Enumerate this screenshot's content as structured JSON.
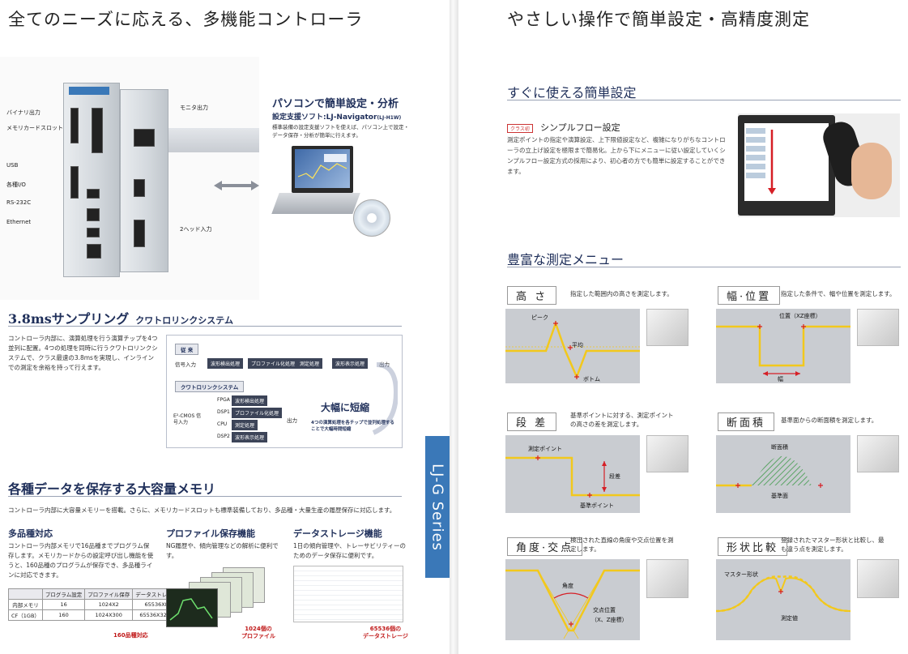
{
  "left": {
    "title": "全てのニーズに応える、多機能コントローラ",
    "device_labels": {
      "binary_out": "バイナリ出力",
      "memory_slot": "メモリカードスロット",
      "usb": "USB",
      "io": "各種I/O",
      "rs232c": "RS-232C",
      "ethernet": "Ethernet",
      "monitor_out": "モニタ出力",
      "head_input": "2ヘッド入力"
    },
    "pc": {
      "heading": "パソコンで簡単設定・分析",
      "software_prefix": "設定支援ソフト:",
      "software_name": "LJ-Navigator",
      "software_model": "(LJ-H1W)",
      "desc": "標準装備の設定支援ソフトを使えば、パソコン上で設定・データ保存・分析が簡単に行えます。"
    },
    "sampling": {
      "heading": "3.8msサンプリング",
      "sub": "クワトロリンクシステム",
      "desc": "コントローラ内部に、演算処理を行う演算チップを4つ並列に配置。4つの処理を同時に行うクワトロリンクシステムで、クラス最速の3.8msを実現し、インラインでの測定を余裕を持って行えます。",
      "conventional_tag": "従 来",
      "signal_in": "信号入力",
      "steps": [
        "波形検出処理",
        "プロファイル化処理",
        "測定処理",
        "波形表示処理"
      ],
      "output": "出力",
      "quattro_tag": "クワトロリンクシステム",
      "cmos_in": "E²-CMOS 信号入力",
      "chips": [
        "FPGA",
        "DSP1",
        "CPU",
        "DSP2"
      ],
      "chip_tasks": [
        "波形検出処理",
        "プロファイル化処理",
        "測定処理",
        "波形表示処理"
      ],
      "big_cut": "大幅に短縮",
      "note": "4つの演算処理を各チップで並列処理することで大幅時間短縮"
    },
    "memory": {
      "heading": "各種データを保存する大容量メモリ",
      "desc": "コントローラ内部に大容量メモリーを搭載。さらに、メモリカードスロットも標準装備しており、多品種・大量生産の履歴保存に対応します。",
      "col1_title": "多品種対応",
      "col1_desc": "コントローラ内部メモリで16品種までプログラム保存します。メモリカードからの設定呼び出し機能を使うと、160品種のプログラムが保存でき、多品種ラインに対応できます。",
      "table_header": [
        "",
        "プログラム設定",
        "プロファイル保存",
        "データストレージ"
      ],
      "table_rows": [
        [
          "内部メモリ",
          "16",
          "1024X2",
          "65536X8"
        ],
        [
          "CF（1GB）",
          "160",
          "1024X300",
          "65536X3200"
        ]
      ],
      "col1_burst": "160品種対応",
      "col2_title": "プロファイル保存機能",
      "col2_desc": "NG履歴や、傾向管理などの解析に便利です。",
      "col2_burst_a": "1024個の",
      "col2_burst_b": "プロファイル",
      "col3_title": "データストレージ機能",
      "col3_desc": "1日の傾向管理や、トレーサビリティーのためのデータ保存に便利です。",
      "col3_burst_a": "65536個の",
      "col3_burst_b": "データストレージ"
    },
    "series_tab": "LJ-G Series"
  },
  "right": {
    "title": "やさしい操作で簡単設定・高精度測定",
    "easy": {
      "heading": "すぐに使える簡単設定",
      "chip": "クラス初",
      "sub": "シンプルフロー設定",
      "desc": "測定ポイントの指定や演算設定、上下限値設定など、複雑になりがちなコントローラの立上げ設定を極限まで簡易化。上から下にメニューに従い設定していくシンプルフロー設定方式の採用により、初心者の方でも簡単に設定することができます。"
    },
    "menu": {
      "heading": "豊富な測定メニュー",
      "items": [
        {
          "title": "高 さ",
          "desc": "指定した範囲内の高さを測定します。",
          "labels": [
            "ピーク",
            "平均",
            "ボトム"
          ]
        },
        {
          "title": "幅·位置",
          "desc": "指定した条件で、幅や位置を測定します。",
          "labels": [
            "位置（XZ座標）",
            "幅"
          ]
        },
        {
          "title": "段 差",
          "desc": "基準ポイントに対する、測定ポイントの高さの差を測定します。",
          "labels": [
            "測定ポイント",
            "段差",
            "基準ポイント"
          ]
        },
        {
          "title": "断面積",
          "desc": "基準面からの断面積を測定します。",
          "labels": [
            "断面積",
            "基準面"
          ]
        },
        {
          "title": "角度·交点",
          "desc": "検出された直線の角度や交点位置を測定します。",
          "labels": [
            "角度",
            "交点位置",
            "（X、Z座標）"
          ]
        },
        {
          "title": "形状比較",
          "desc": "登録されたマスター形状と比較し、最も違う点を測定します。",
          "labels": [
            "マスター形状",
            "測定値"
          ]
        }
      ]
    }
  },
  "colors": {
    "navy": "#1f2f5a",
    "yellow": "#f2c81c",
    "red": "#d61f26",
    "tab_blue": "#3a78b8"
  }
}
